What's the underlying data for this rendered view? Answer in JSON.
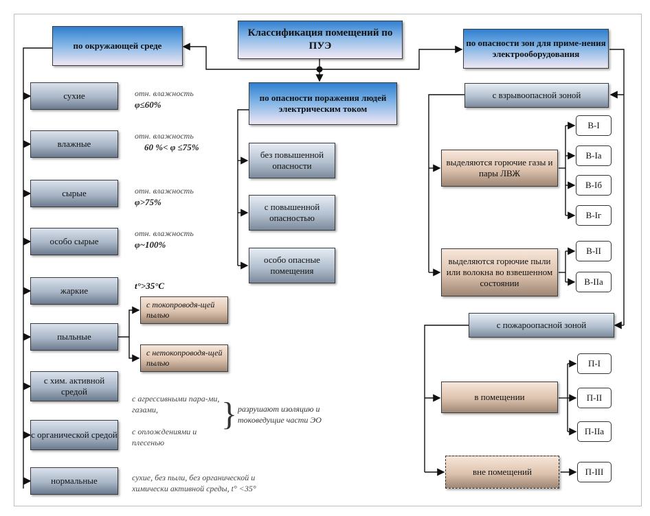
{
  "title": "Классификация помещений по ПУЭ",
  "env": {
    "header": "по окружающей среде",
    "items": [
      {
        "label": "сухие",
        "note1": "отн. влажность",
        "note2": "φ≤60%"
      },
      {
        "label": "влажные",
        "note1": "отн. влажность",
        "note2": "60 %< φ ≤75%"
      },
      {
        "label": "сырые",
        "note1": "отн. влажность",
        "note2": "φ>75%"
      },
      {
        "label": "особо сырые",
        "note1": "отн. влажность",
        "note2": "φ~100%"
      },
      {
        "label": "жаркие",
        "note2": "t°>35°C"
      },
      {
        "label": "пыльные"
      },
      {
        "label": "с хим. активной средой",
        "note1": "с агрессивными пара-ми, газами,"
      },
      {
        "label": "с органической средой",
        "note1": "с оплождениями и плесенью"
      },
      {
        "label": "нормальные",
        "note1": "сухие, без пыли, без органической и химически активной среды, t° <35°"
      }
    ],
    "dust_sub": [
      "с токопроводя-щей пылью",
      "с нетокопроводя-щей пылью"
    ],
    "brace_note": "разрушают изоляцию и токоведущие части ЭО"
  },
  "shock": {
    "header": "по опасности поражения людей электрическим током",
    "items": [
      "без повышенной опасности",
      "с повышенной опасностью",
      "особо опасные помещения"
    ]
  },
  "zones": {
    "header": "по опасности зон для приме-нения электрооборудования",
    "explosive": {
      "header": "с взрывоопасной зоной",
      "gas": {
        "label": "выделяются горючие газы и пары ЛВЖ",
        "codes": [
          "В-I",
          "В-Iа",
          "В-Iб",
          "В-Iг"
        ]
      },
      "dust": {
        "label": "выделяются горючие пыли или волокна во взвешенном состоянии",
        "codes": [
          "В-II",
          "В-IIа"
        ]
      }
    },
    "fire": {
      "header": "с пожароопасной зоной",
      "indoor": {
        "label": "в помещении",
        "codes": [
          "П-I",
          "П-II",
          "П-IIа"
        ]
      },
      "outdoor": {
        "label": "вне помещений",
        "codes": [
          "П-III"
        ]
      }
    }
  }
}
